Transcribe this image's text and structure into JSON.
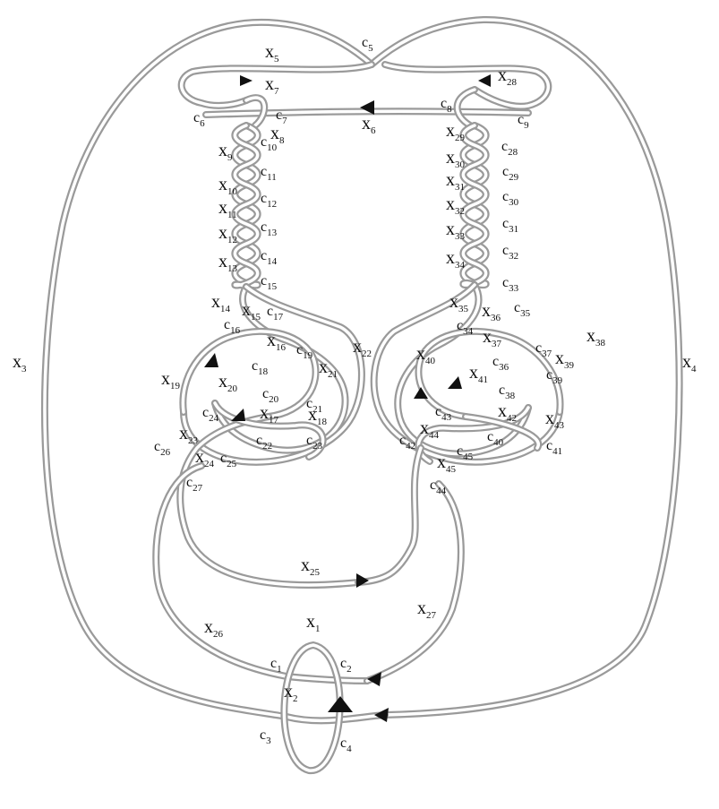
{
  "labels": [
    {
      "main": "x",
      "sub": "1"
    },
    {
      "main": "x",
      "sub": "2"
    },
    {
      "main": "x",
      "sub": "3"
    },
    {
      "main": "x",
      "sub": "4"
    },
    {
      "main": "x",
      "sub": "5"
    },
    {
      "main": "x",
      "sub": "6"
    },
    {
      "main": "x",
      "sub": "7"
    },
    {
      "main": "x",
      "sub": "8"
    },
    {
      "main": "x",
      "sub": "9"
    },
    {
      "main": "x",
      "sub": "10"
    },
    {
      "main": "x",
      "sub": "11"
    },
    {
      "main": "x",
      "sub": "12"
    },
    {
      "main": "x",
      "sub": "13"
    },
    {
      "main": "x",
      "sub": "14"
    },
    {
      "main": "x",
      "sub": "15"
    },
    {
      "main": "x",
      "sub": "16"
    },
    {
      "main": "x",
      "sub": "17"
    },
    {
      "main": "x",
      "sub": "18"
    },
    {
      "main": "x",
      "sub": "19"
    },
    {
      "main": "x",
      "sub": "20"
    },
    {
      "main": "x",
      "sub": "21"
    },
    {
      "main": "x",
      "sub": "22"
    },
    {
      "main": "x",
      "sub": "23"
    },
    {
      "main": "x",
      "sub": "24"
    },
    {
      "main": "x",
      "sub": "25"
    },
    {
      "main": "x",
      "sub": "26"
    },
    {
      "main": "x",
      "sub": "27"
    },
    {
      "main": "x",
      "sub": "28"
    },
    {
      "main": "x",
      "sub": "29"
    },
    {
      "main": "x",
      "sub": "30"
    },
    {
      "main": "x",
      "sub": "31"
    },
    {
      "main": "x",
      "sub": "32"
    },
    {
      "main": "x",
      "sub": "33"
    },
    {
      "main": "x",
      "sub": "34"
    },
    {
      "main": "x",
      "sub": "35"
    },
    {
      "main": "x",
      "sub": "36"
    },
    {
      "main": "x",
      "sub": "37"
    },
    {
      "main": "x",
      "sub": "38"
    },
    {
      "main": "x",
      "sub": "39"
    },
    {
      "main": "x",
      "sub": "40"
    },
    {
      "main": "x",
      "sub": "41"
    },
    {
      "main": "x",
      "sub": "42"
    },
    {
      "main": "x",
      "sub": "43"
    },
    {
      "main": "x",
      "sub": "44"
    },
    {
      "main": "x",
      "sub": "45"
    },
    {
      "main": "c",
      "sub": "1"
    },
    {
      "main": "c",
      "sub": "2"
    },
    {
      "main": "c",
      "sub": "3"
    },
    {
      "main": "c",
      "sub": "4"
    },
    {
      "main": "c",
      "sub": "5"
    },
    {
      "main": "c",
      "sub": "6"
    },
    {
      "main": "c",
      "sub": "7"
    },
    {
      "main": "c",
      "sub": "8"
    },
    {
      "main": "c",
      "sub": "9"
    },
    {
      "main": "c",
      "sub": "10"
    },
    {
      "main": "c",
      "sub": "11"
    },
    {
      "main": "c",
      "sub": "12"
    },
    {
      "main": "c",
      "sub": "13"
    },
    {
      "main": "c",
      "sub": "14"
    },
    {
      "main": "c",
      "sub": "15"
    },
    {
      "main": "c",
      "sub": "16"
    },
    {
      "main": "c",
      "sub": "17"
    },
    {
      "main": "c",
      "sub": "18"
    },
    {
      "main": "c",
      "sub": "19"
    },
    {
      "main": "c",
      "sub": "20"
    },
    {
      "main": "c",
      "sub": "21"
    },
    {
      "main": "c",
      "sub": "22"
    },
    {
      "main": "c",
      "sub": "23"
    },
    {
      "main": "c",
      "sub": "24"
    },
    {
      "main": "c",
      "sub": "25"
    },
    {
      "main": "c",
      "sub": "26"
    },
    {
      "main": "c",
      "sub": "27"
    },
    {
      "main": "c",
      "sub": "28"
    },
    {
      "main": "c",
      "sub": "29"
    },
    {
      "main": "c",
      "sub": "30"
    },
    {
      "main": "c",
      "sub": "31"
    },
    {
      "main": "c",
      "sub": "32"
    },
    {
      "main": "c",
      "sub": "33"
    },
    {
      "main": "c",
      "sub": "34"
    },
    {
      "main": "c",
      "sub": "35"
    },
    {
      "main": "c",
      "sub": "36"
    },
    {
      "main": "c",
      "sub": "37"
    },
    {
      "main": "c",
      "sub": "38"
    },
    {
      "main": "c",
      "sub": "39"
    },
    {
      "main": "c",
      "sub": "40"
    },
    {
      "main": "c",
      "sub": "41"
    },
    {
      "main": "c",
      "sub": "42"
    },
    {
      "main": "c",
      "sub": "43"
    },
    {
      "main": "c",
      "sub": "44"
    },
    {
      "main": "c",
      "sub": "45"
    }
  ]
}
